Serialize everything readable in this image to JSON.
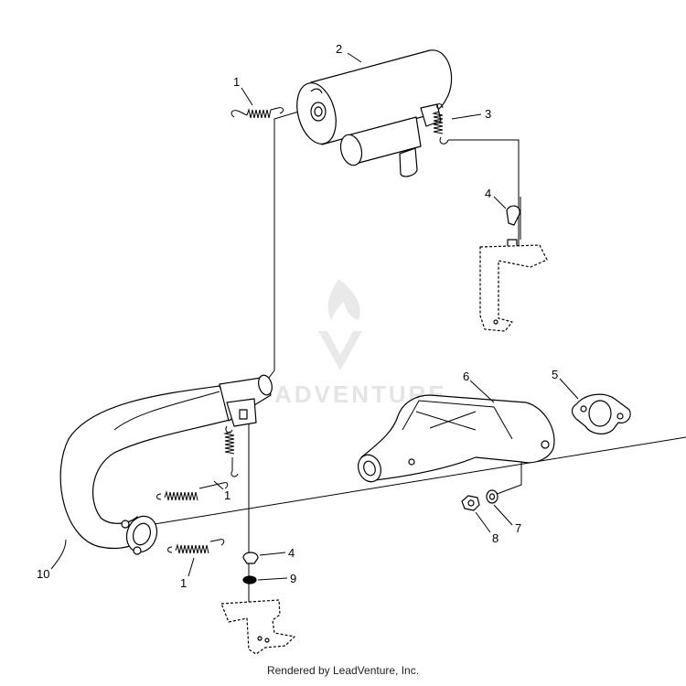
{
  "diagram": {
    "callouts": [
      "1",
      "2",
      "3",
      "4",
      "5",
      "6",
      "7",
      "8",
      "10",
      "1",
      "1",
      "4",
      "9"
    ]
  },
  "watermark": {
    "text": "ADVENTURE"
  },
  "footer": {
    "text": "Rendered by LeadVenture, Inc."
  },
  "colors": {
    "line": "#000000",
    "background": "#ffffff",
    "watermark": "#e4e4e4"
  }
}
